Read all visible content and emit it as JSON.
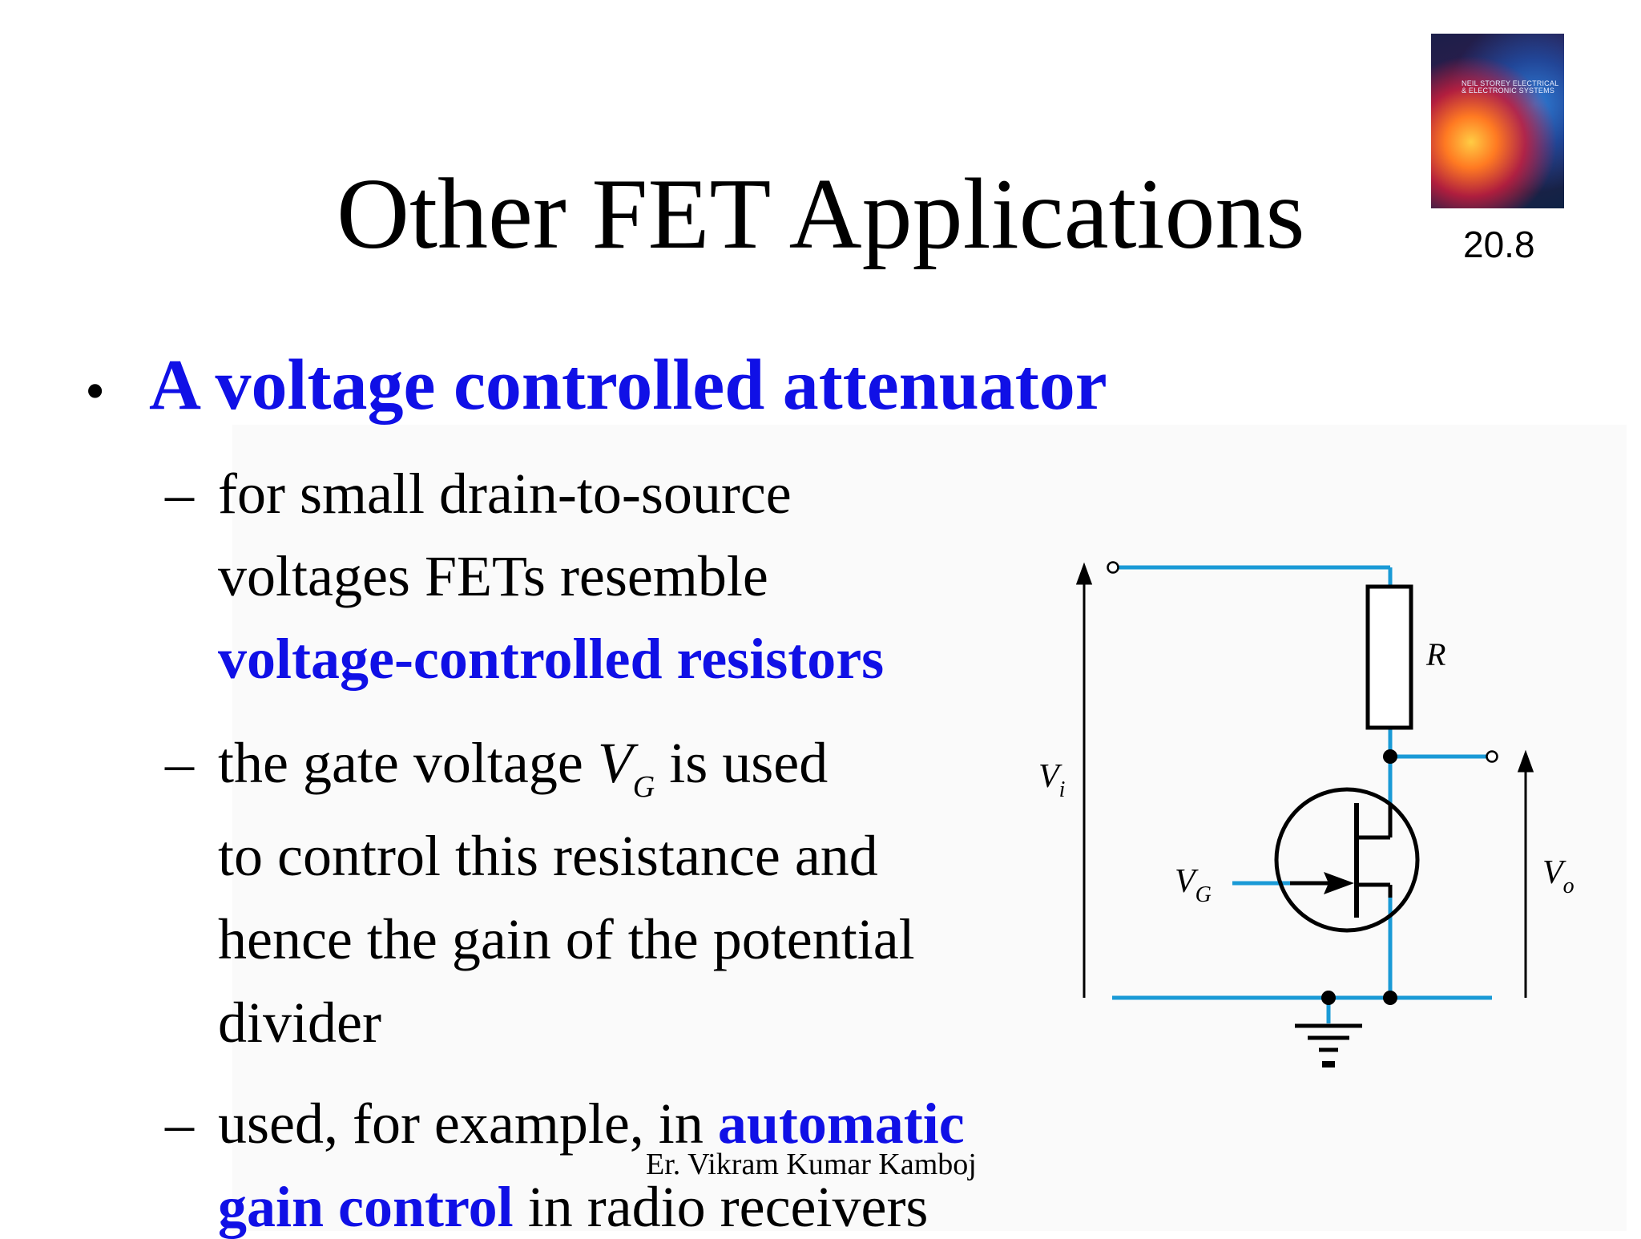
{
  "slide": {
    "title": "Other FET Applications",
    "number": "20.8",
    "book_cover": {
      "caption": "NEIL STOREY ELECTRICAL & ELECTRONIC SYSTEMS"
    }
  },
  "bullet": {
    "heading": "A voltage controlled attenuator",
    "items": [
      {
        "line1": "for small drain-to-source",
        "line2": "voltages FETs resemble",
        "line3_bold": "voltage-controlled resistors"
      },
      {
        "line1_pre": "the gate voltage ",
        "line1_var": "V",
        "line1_sub": "G",
        "line1_post": " is used",
        "line2": "to control this resistance and",
        "line3": "hence the gain of the potential",
        "line4": "divider"
      },
      {
        "line1_pre": "used, for example, in ",
        "line1_bold": "automatic",
        "line2_bold": "gain control",
        "line2_post": " in radio receivers"
      }
    ]
  },
  "circuit": {
    "labels": {
      "resistor": "R",
      "input_voltage": "V",
      "input_sub": "i",
      "gate_voltage": "V",
      "gate_sub": "G",
      "output_voltage": "V",
      "output_sub": "o"
    },
    "wire_color": "#1a9ad6"
  },
  "footer": {
    "author": "Er. Vikram Kumar Kamboj"
  }
}
